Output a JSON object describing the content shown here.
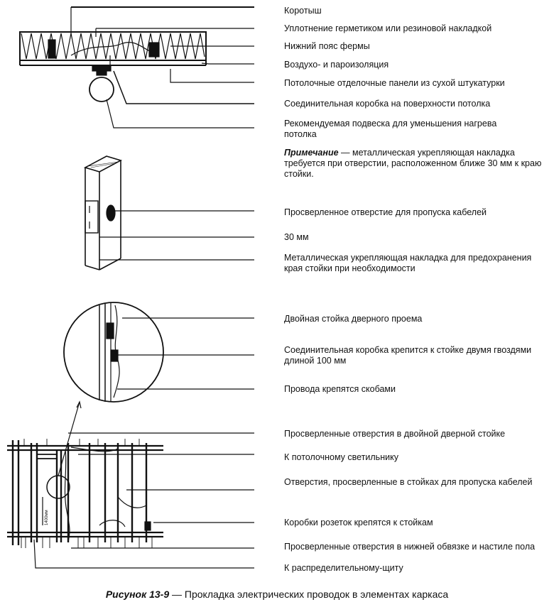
{
  "labels": {
    "l1": "Коротыш",
    "l2": "Уплотнение герметиком или резиновой накладкой",
    "l3": "Нижний пояс фермы",
    "l4": "Воздухо- и пароизоляция",
    "l5": "Потолочные отделочные панели из сухой штукатурки",
    "l6": "Соединительная коробка на поверхности потолка",
    "l7": "Рекомендуемая подвеска для уменьшения нагрева потолка",
    "l8": "Просверленное отверстие для пропуска кабелей",
    "l9": "30 мм",
    "l10": "Металлическая укрепляющая накладка для предохранения края стойки при необходимости",
    "l11": "Двойная стойка дверного проема",
    "l12": "Соединительная коробка крепится к стойке двумя гвоздями длиной 100 мм",
    "l13": "Провода крепятся скобами",
    "l14": "Просверленные отверстия в двойной дверной стойке",
    "l15": "К потолочному светильнику",
    "l16": "Отверстия, просверленные в стойках для пропуска кабелей",
    "l17": "Коробки розеток крепятся к стойкам",
    "l18": "Просверленные отверстия в нижней обвязке и настиле пола",
    "l19": "К распределительному-щиту"
  },
  "note": {
    "title": "Примечание",
    "text": " — металлическая укрепляющая накладка требуется при отверстии, расположенном ближе 30 мм к краю стойки."
  },
  "dimension_label": "1400мм",
  "caption": {
    "number": "Рисунок 13-9",
    "text": " — Прокладка электрических проводок в элементах каркаса"
  }
}
